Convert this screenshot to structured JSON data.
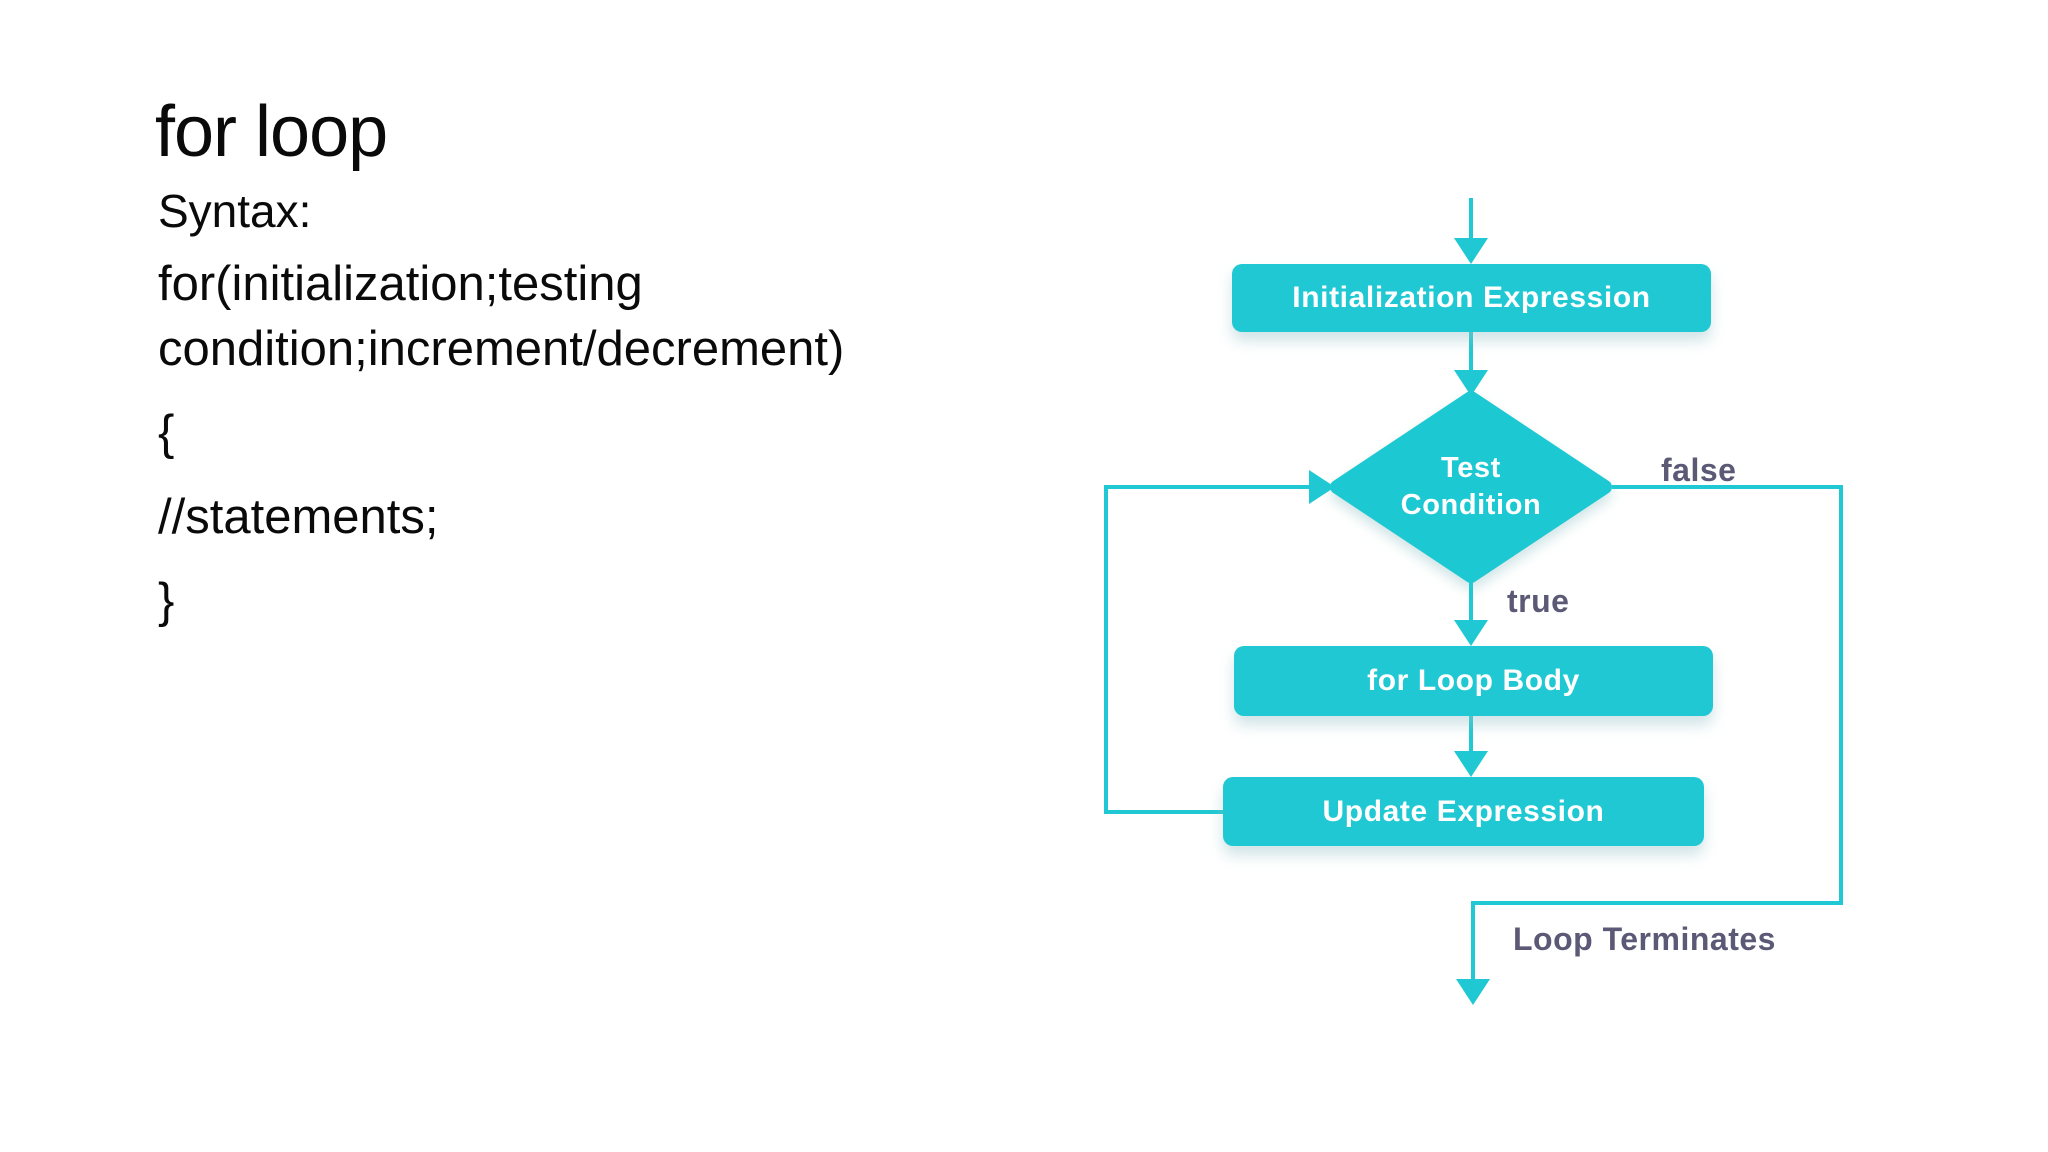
{
  "slide": {
    "title": "for loop",
    "syntax_label": "Syntax:",
    "code": {
      "line1": "for(initialization;testing",
      "line2": "condition;increment/decrement)",
      "line3": "{",
      "line4": "//statements;",
      "line5": "}"
    }
  },
  "flowchart": {
    "initialization": "Initialization Expression",
    "test_line1": "Test",
    "test_line2": "Condition",
    "body": "for Loop Body",
    "update": "Update Expression",
    "false_label": "false",
    "true_label": "true",
    "terminates_label": "Loop Terminates"
  },
  "colors": {
    "accent": "#1fc8d2",
    "edge_label_color": "#5b5975"
  }
}
